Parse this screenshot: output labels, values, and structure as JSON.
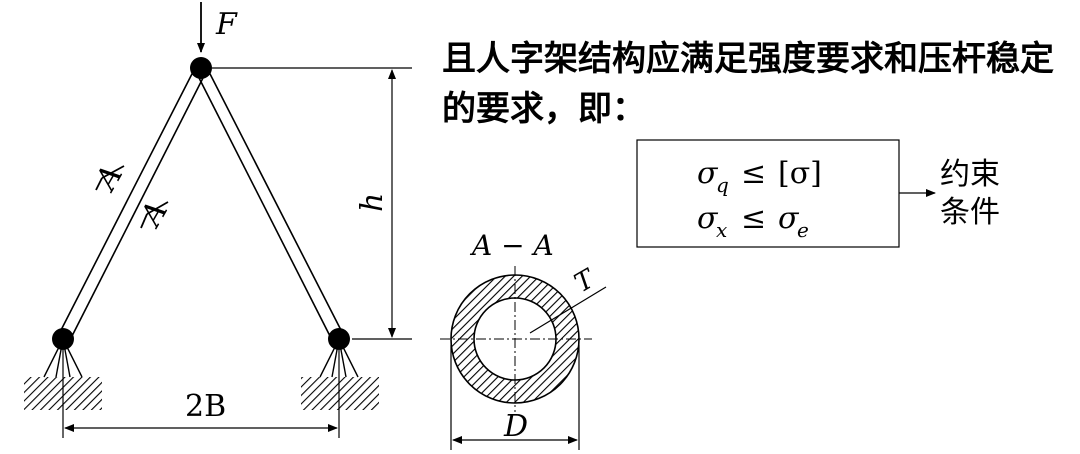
{
  "truss": {
    "load_label": "F",
    "height_label": "h",
    "span_label": "2B",
    "section_mark_1": "A",
    "section_mark_2": "A"
  },
  "section": {
    "title": "A − A",
    "thickness_label": "T",
    "diameter_label": "D"
  },
  "text": {
    "line1": "且人字架结构应满足强度要求和压杆稳定",
    "line2": "的要求，即："
  },
  "constraints": {
    "row1": {
      "lhs": "σ",
      "lhs_sub": "q",
      "rel": "≤",
      "rhs": "[σ]"
    },
    "row2": {
      "lhs": "σ",
      "lhs_sub": "x",
      "rel": "≤",
      "rhs": "σ",
      "rhs_sub": "e"
    },
    "label_line1": "约束",
    "label_line2": "条件"
  }
}
